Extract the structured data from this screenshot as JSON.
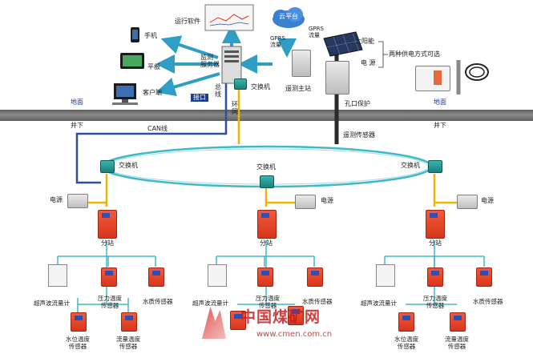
{
  "top": {
    "software": "运行软件",
    "phone": "手机",
    "tablet": "平板",
    "client": "客户端",
    "server": "监测\n服务器",
    "switch": "交换机",
    "interface": "接口",
    "bus": "总\n线",
    "cloud": "云平台",
    "gprs_flow_1": "GPRS\n流量",
    "gprs_flow_2": "GPRS\n流量",
    "remote_station": "遥测主站",
    "solar": "太阳能",
    "power": "电  源",
    "dual_power": "两种供电方式可选",
    "hole_protect": "孔口保护",
    "remote_sensor": "遥测传感器",
    "ring_net": "环\n网"
  },
  "ground": {
    "surface_left": "地面",
    "surface_right": "地面",
    "under_left": "井下",
    "under_right": "井下",
    "can_line": "CAN线"
  },
  "ring": {
    "switch_left": "交换机",
    "switch_mid": "交换机",
    "switch_right": "交换机"
  },
  "branches": [
    {
      "power": "电源",
      "substation": "分站",
      "flow_meter": "超声波流量计",
      "pressure_temp": "压力温度\n传感器",
      "water_quality": "水质传感器",
      "level_temp": "水位温度\n传感器",
      "flow_temp": "流量温度\n传感器"
    },
    {
      "power": "电源",
      "substation": "分站",
      "flow_meter": "超声波流量计",
      "pressure_temp": "压力温度\n传感器",
      "water_quality": "水质传感器",
      "level_temp": "",
      "flow_temp": ""
    },
    {
      "power": "电源",
      "substation": "分站",
      "flow_meter": "超声波流量计",
      "pressure_temp": "压力温度\n传感器",
      "water_quality": "水质传感器",
      "level_temp": "水位温度\n传感器",
      "flow_temp": "流量温度\n传感器"
    }
  ],
  "watermark": {
    "logo_text": "中国煤矿网",
    "url": "www.cmen.com.cn"
  },
  "colors": {
    "blue_line": "#2f4f9e",
    "yellow_line": "#f0b400",
    "teal_line": "#41b8c8",
    "arrow": "#2f9ec6",
    "ground": "#6b6b6b",
    "device_red": "#e4472a"
  }
}
